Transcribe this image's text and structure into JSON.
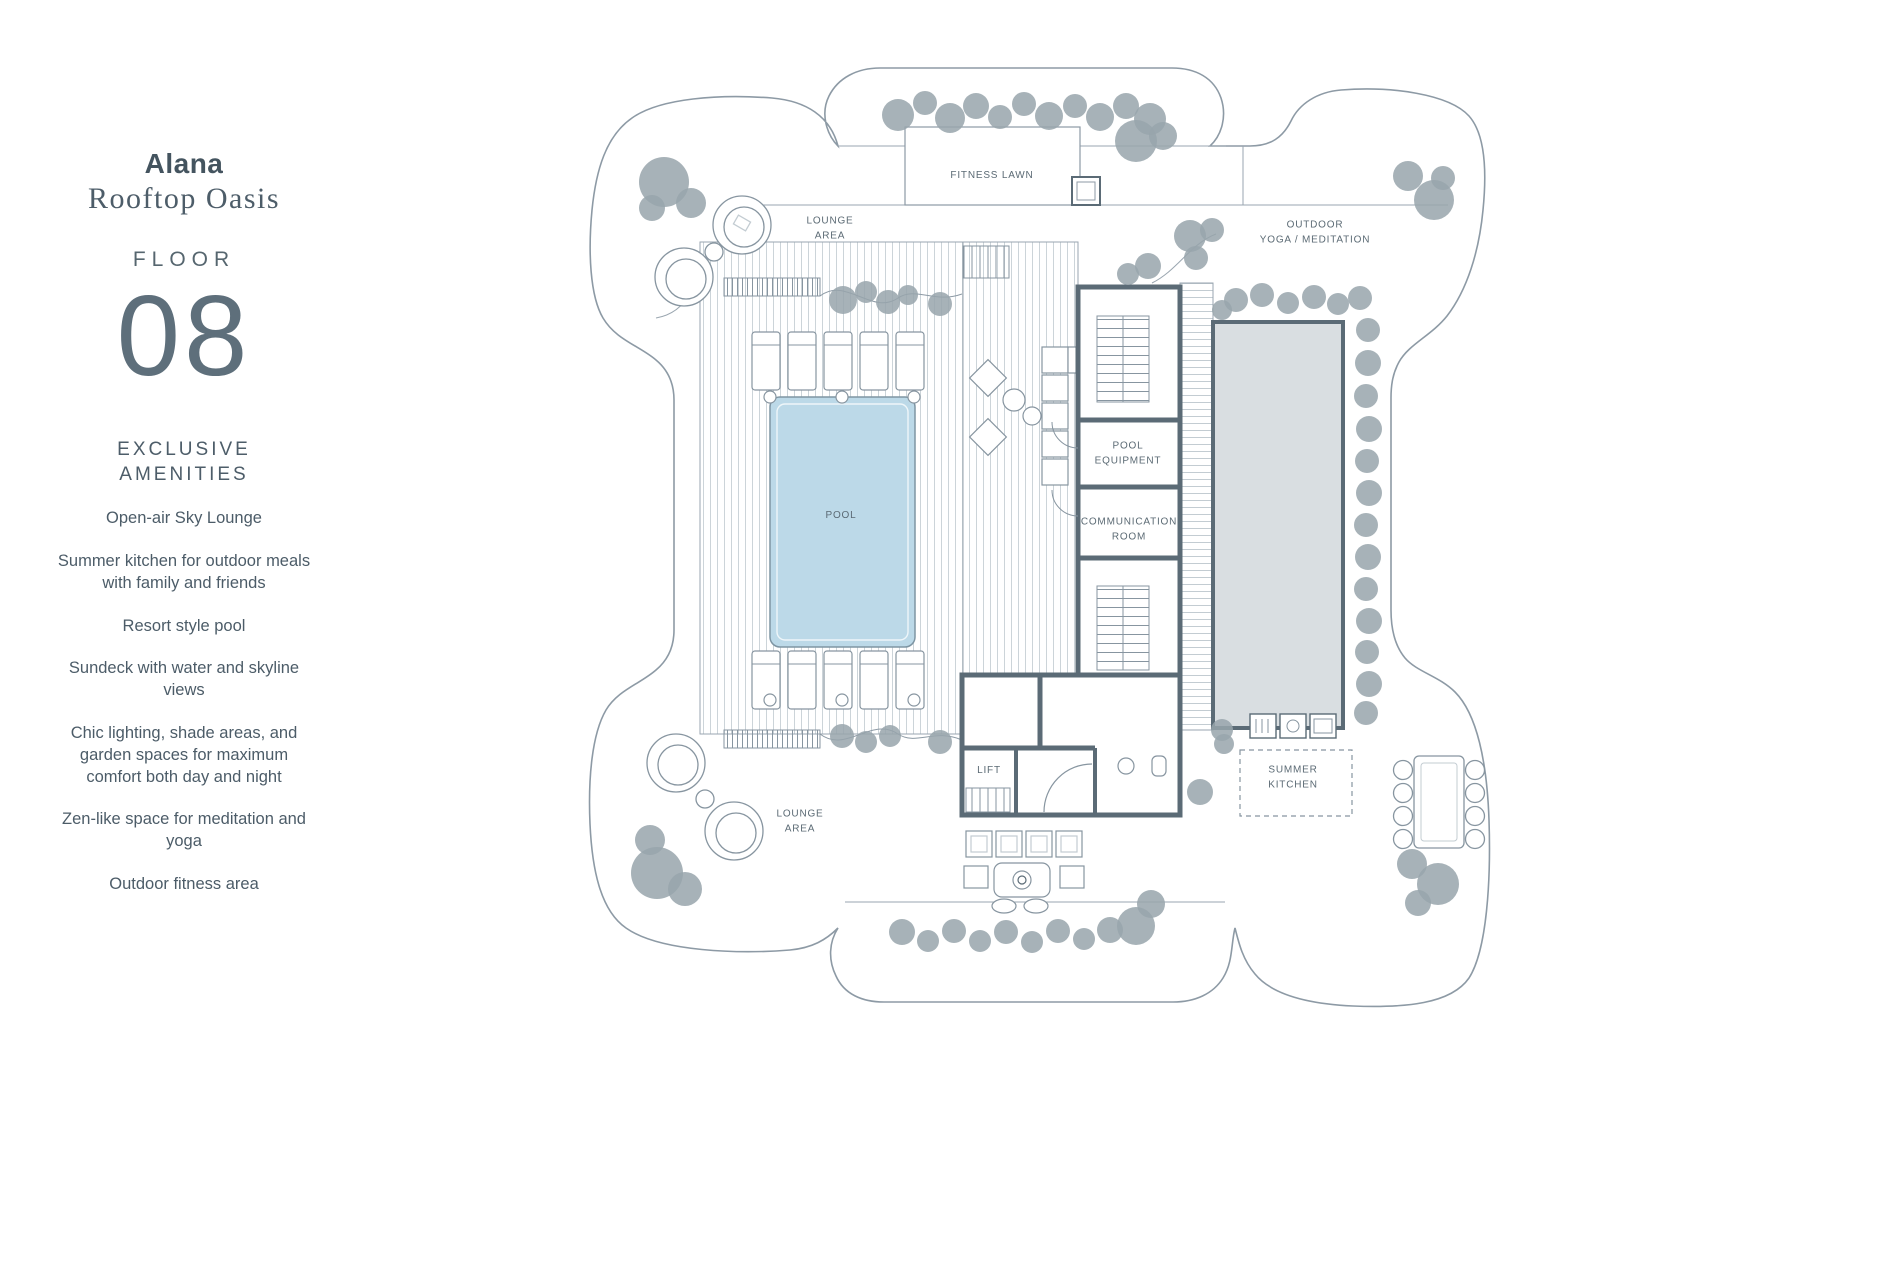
{
  "page": {
    "background": "#ffffff"
  },
  "sidebar": {
    "brand": "Alana",
    "subtitle": "Rooftop Oasis",
    "floor_label": "FLOOR",
    "floor_number": "08",
    "amenities_title": [
      "EXCLUSIVE",
      "AMENITIES"
    ],
    "amenities": [
      "Open-air Sky Lounge",
      "Summer kitchen for outdoor meals with family and friends",
      "Resort style pool",
      "Sundeck with water and skyline views",
      "Chic lighting, shade areas, and garden spaces for maximum comfort both day and night",
      "Zen-like space for meditation and yoga",
      "Outdoor fitness area"
    ]
  },
  "floorplan": {
    "colors": {
      "outline": "#8d9aa5",
      "walls": "#5b6b76",
      "pool_fill": "#bcd9e8",
      "deck_fill": "#d9dee1",
      "tree_fill": "#98a5ac"
    },
    "labels": {
      "fitness_lawn": "FITNESS LAWN",
      "lounge_area_top": [
        "LOUNGE",
        "AREA"
      ],
      "outdoor_yoga": [
        "OUTDOOR",
        "YOGA / MEDITATION"
      ],
      "pool": "POOL",
      "pool_equipment": [
        "POOL",
        "EQUIPMENT"
      ],
      "communication_room": [
        "COMMUNICATION",
        "ROOM"
      ],
      "lift": "LIFT",
      "lounge_area_bottom": [
        "LOUNGE",
        "AREA"
      ],
      "summer_kitchen": [
        "SUMMER",
        "KITCHEN"
      ]
    }
  }
}
